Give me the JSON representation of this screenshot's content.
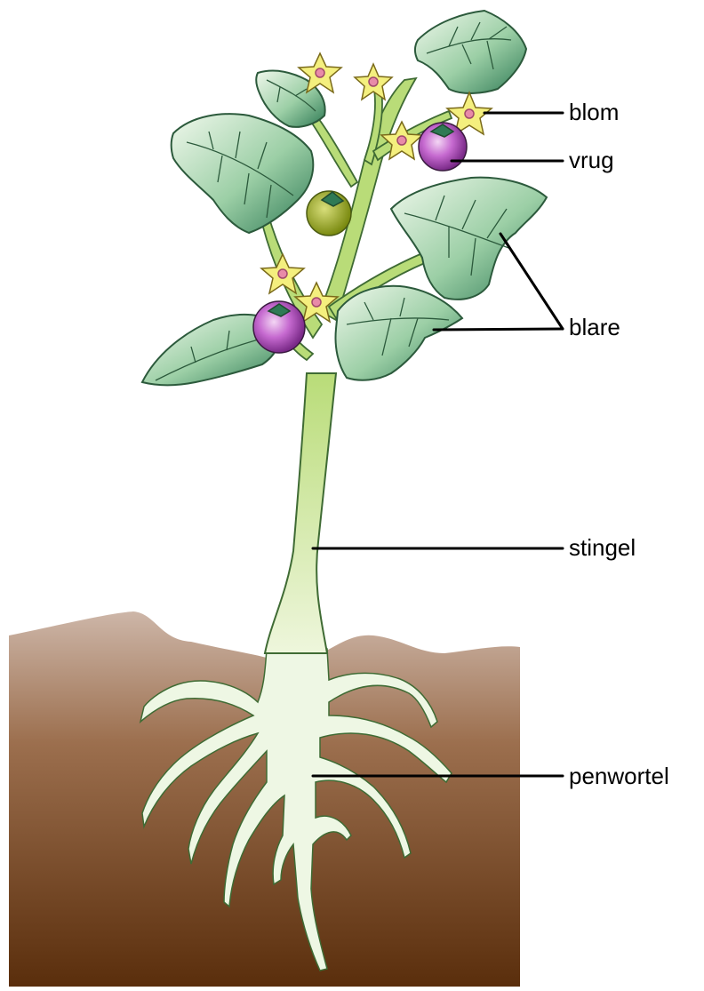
{
  "labels": {
    "blom": "blom",
    "vrug": "vrug",
    "blare": "blare",
    "stingel": "stingel",
    "penwortel": "penwortel"
  },
  "colors": {
    "soil_top": "#c2a898",
    "soil_bottom": "#5a2e0c",
    "stem": "#d8ecb0",
    "leaf_light": "#e4f2dc",
    "leaf_dark": "#2f7a55",
    "flower": "#f4ef7e",
    "flower_center": "#e88aa8",
    "fruit_purple": "#a040b0",
    "fruit_green": "#8a9a18",
    "root": "#eef7e4",
    "leader_line": "#000000"
  }
}
